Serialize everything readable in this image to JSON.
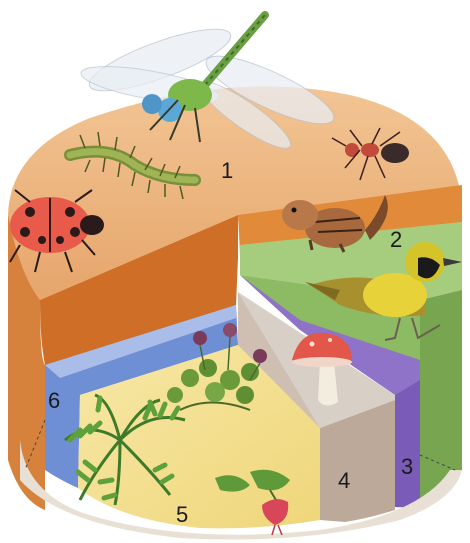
{
  "labels": {
    "n1": "1",
    "n2": "2",
    "n3": "3",
    "n4": "4",
    "n5": "5",
    "n6": "6"
  },
  "icons": {
    "insects": [
      "dragonfly-icon",
      "centipede-icon",
      "ant-icon",
      "ladybug-icon"
    ],
    "vertebrates": [
      "chipmunk-icon",
      "bird-icon"
    ],
    "fungi": [
      "mushroom-icon"
    ],
    "plants": [
      "clover-icon",
      "fern-icon",
      "flower-icon"
    ]
  },
  "colors": {
    "top": "#eab07a",
    "orange_side": "#d9782f",
    "green_top": "#9fc67a",
    "green_side": "#7fab58",
    "purple": "#8a6ec7",
    "taupe": "#bca99a",
    "blue": "#6f8fd4",
    "yellow": "#f3e08f"
  }
}
